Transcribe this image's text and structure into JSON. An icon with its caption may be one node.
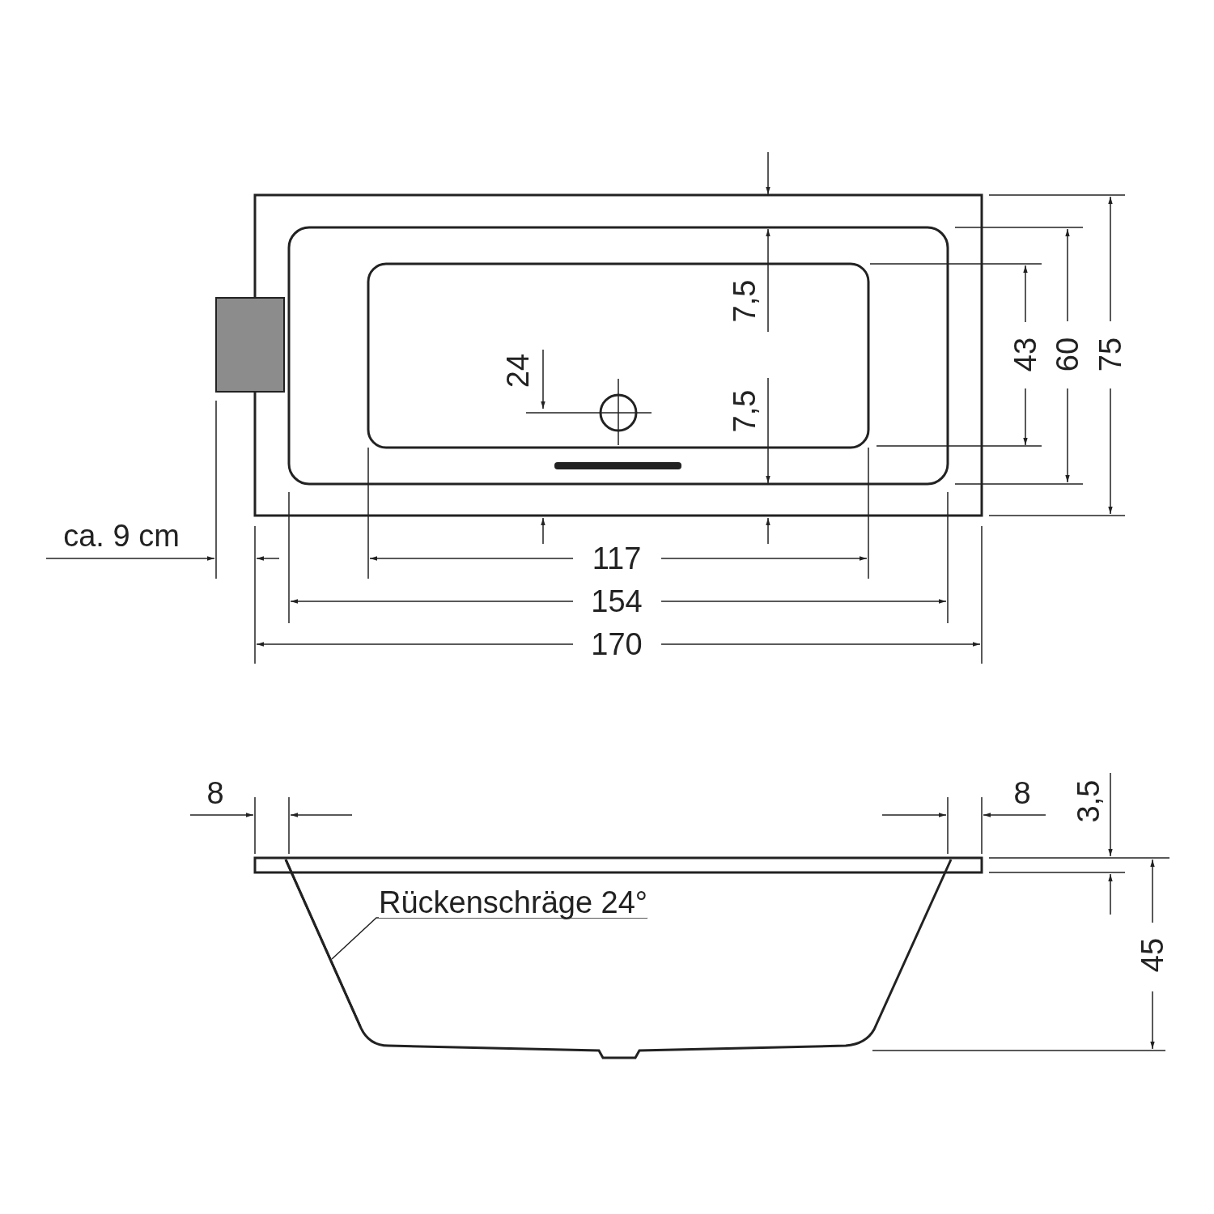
{
  "diagram": {
    "nodes": [
      {
        "text": [
          "Rückenschräge 24°"
        ]
      },
      {
        "text": [],
        "shape": "line"
      }
    ],
    "edges": [
      {
        "from": 0,
        "to": 1,
        "arrow": "none"
      }
    ],
    "labels": [
      "7,5",
      "24",
      "7,5",
      "43",
      "60",
      "75",
      "ca. 9 cm",
      "117",
      "154",
      "170",
      "8",
      "8",
      "3,5",
      "45"
    ]
  }
}
